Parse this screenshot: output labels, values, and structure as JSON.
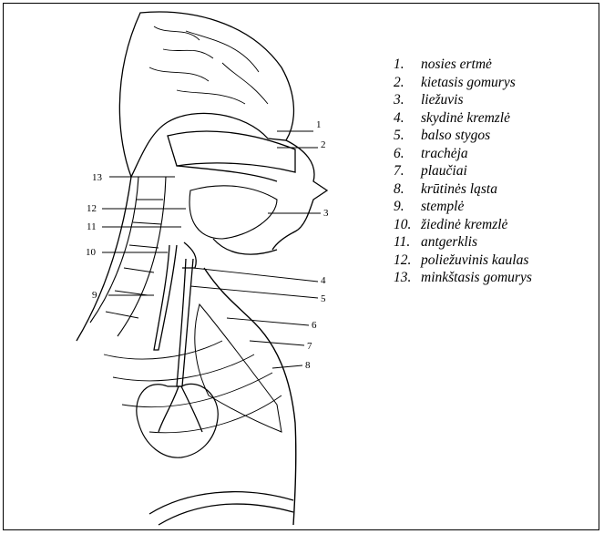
{
  "diagram": {
    "callout_numbers": [
      "1",
      "2",
      "3",
      "4",
      "5",
      "6",
      "7",
      "8",
      "9",
      "10",
      "11",
      "12",
      "13"
    ],
    "legend": [
      {
        "num": "1.",
        "label": "nosies ertmė"
      },
      {
        "num": "2.",
        "label": "kietasis gomurys"
      },
      {
        "num": "3.",
        "label": "liežuvis"
      },
      {
        "num": "4.",
        "label": "skydinė kremzlė"
      },
      {
        "num": "5.",
        "label": "balso stygos"
      },
      {
        "num": "6.",
        "label": "trachėja"
      },
      {
        "num": "7.",
        "label": "plaučiai"
      },
      {
        "num": "8.",
        "label": "krūtinės ląsta"
      },
      {
        "num": "9.",
        "label": "stemplė"
      },
      {
        "num": "10.",
        "label": "žiedinė kremzlė"
      },
      {
        "num": "11.",
        "label": "antgerklis"
      },
      {
        "num": "12.",
        "label": "poliežuvinis kaulas"
      },
      {
        "num": "13.",
        "label": "minkštasis gomurys"
      }
    ]
  }
}
